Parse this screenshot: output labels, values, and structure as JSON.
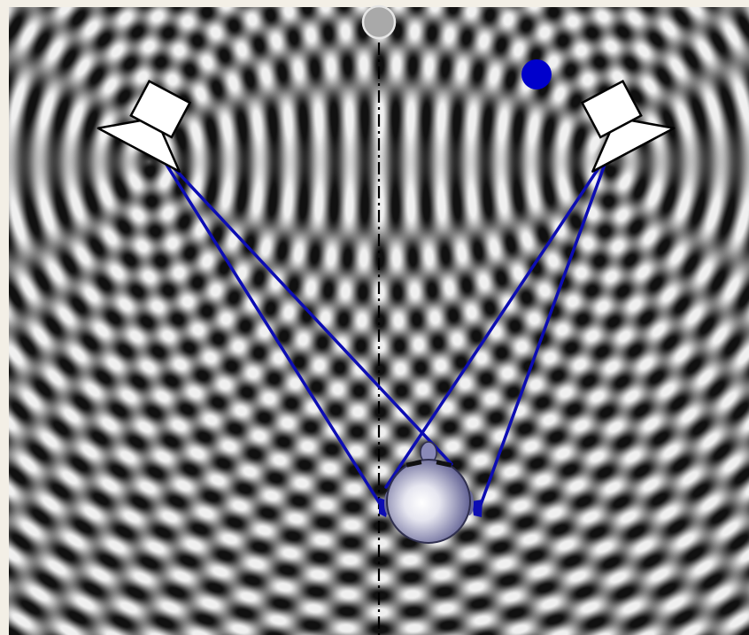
{
  "scene": {
    "title": "",
    "colors": {
      "frame_background": "#f3efe6",
      "field_light": "#e8e8e8",
      "field_dark": "#1f1f1f",
      "ray": "#0d0db3",
      "marker": "#0000cc",
      "center_marker": "#a9a9a9",
      "center_line": "#000000",
      "speaker_fill": "#ffffff",
      "speaker_stroke": "#000000",
      "head_light": "#ffffff",
      "head_dark": "#5a5a8e"
    },
    "icons": {
      "left_speaker": "loudspeaker-icon",
      "right_speaker": "loudspeaker-icon",
      "listener": "listener-head-icon",
      "moving_source": "blue-dot-marker",
      "center_marker": "grey-dot-marker"
    },
    "wave": {
      "description_visible": false,
      "pattern": "interference-rings"
    }
  }
}
